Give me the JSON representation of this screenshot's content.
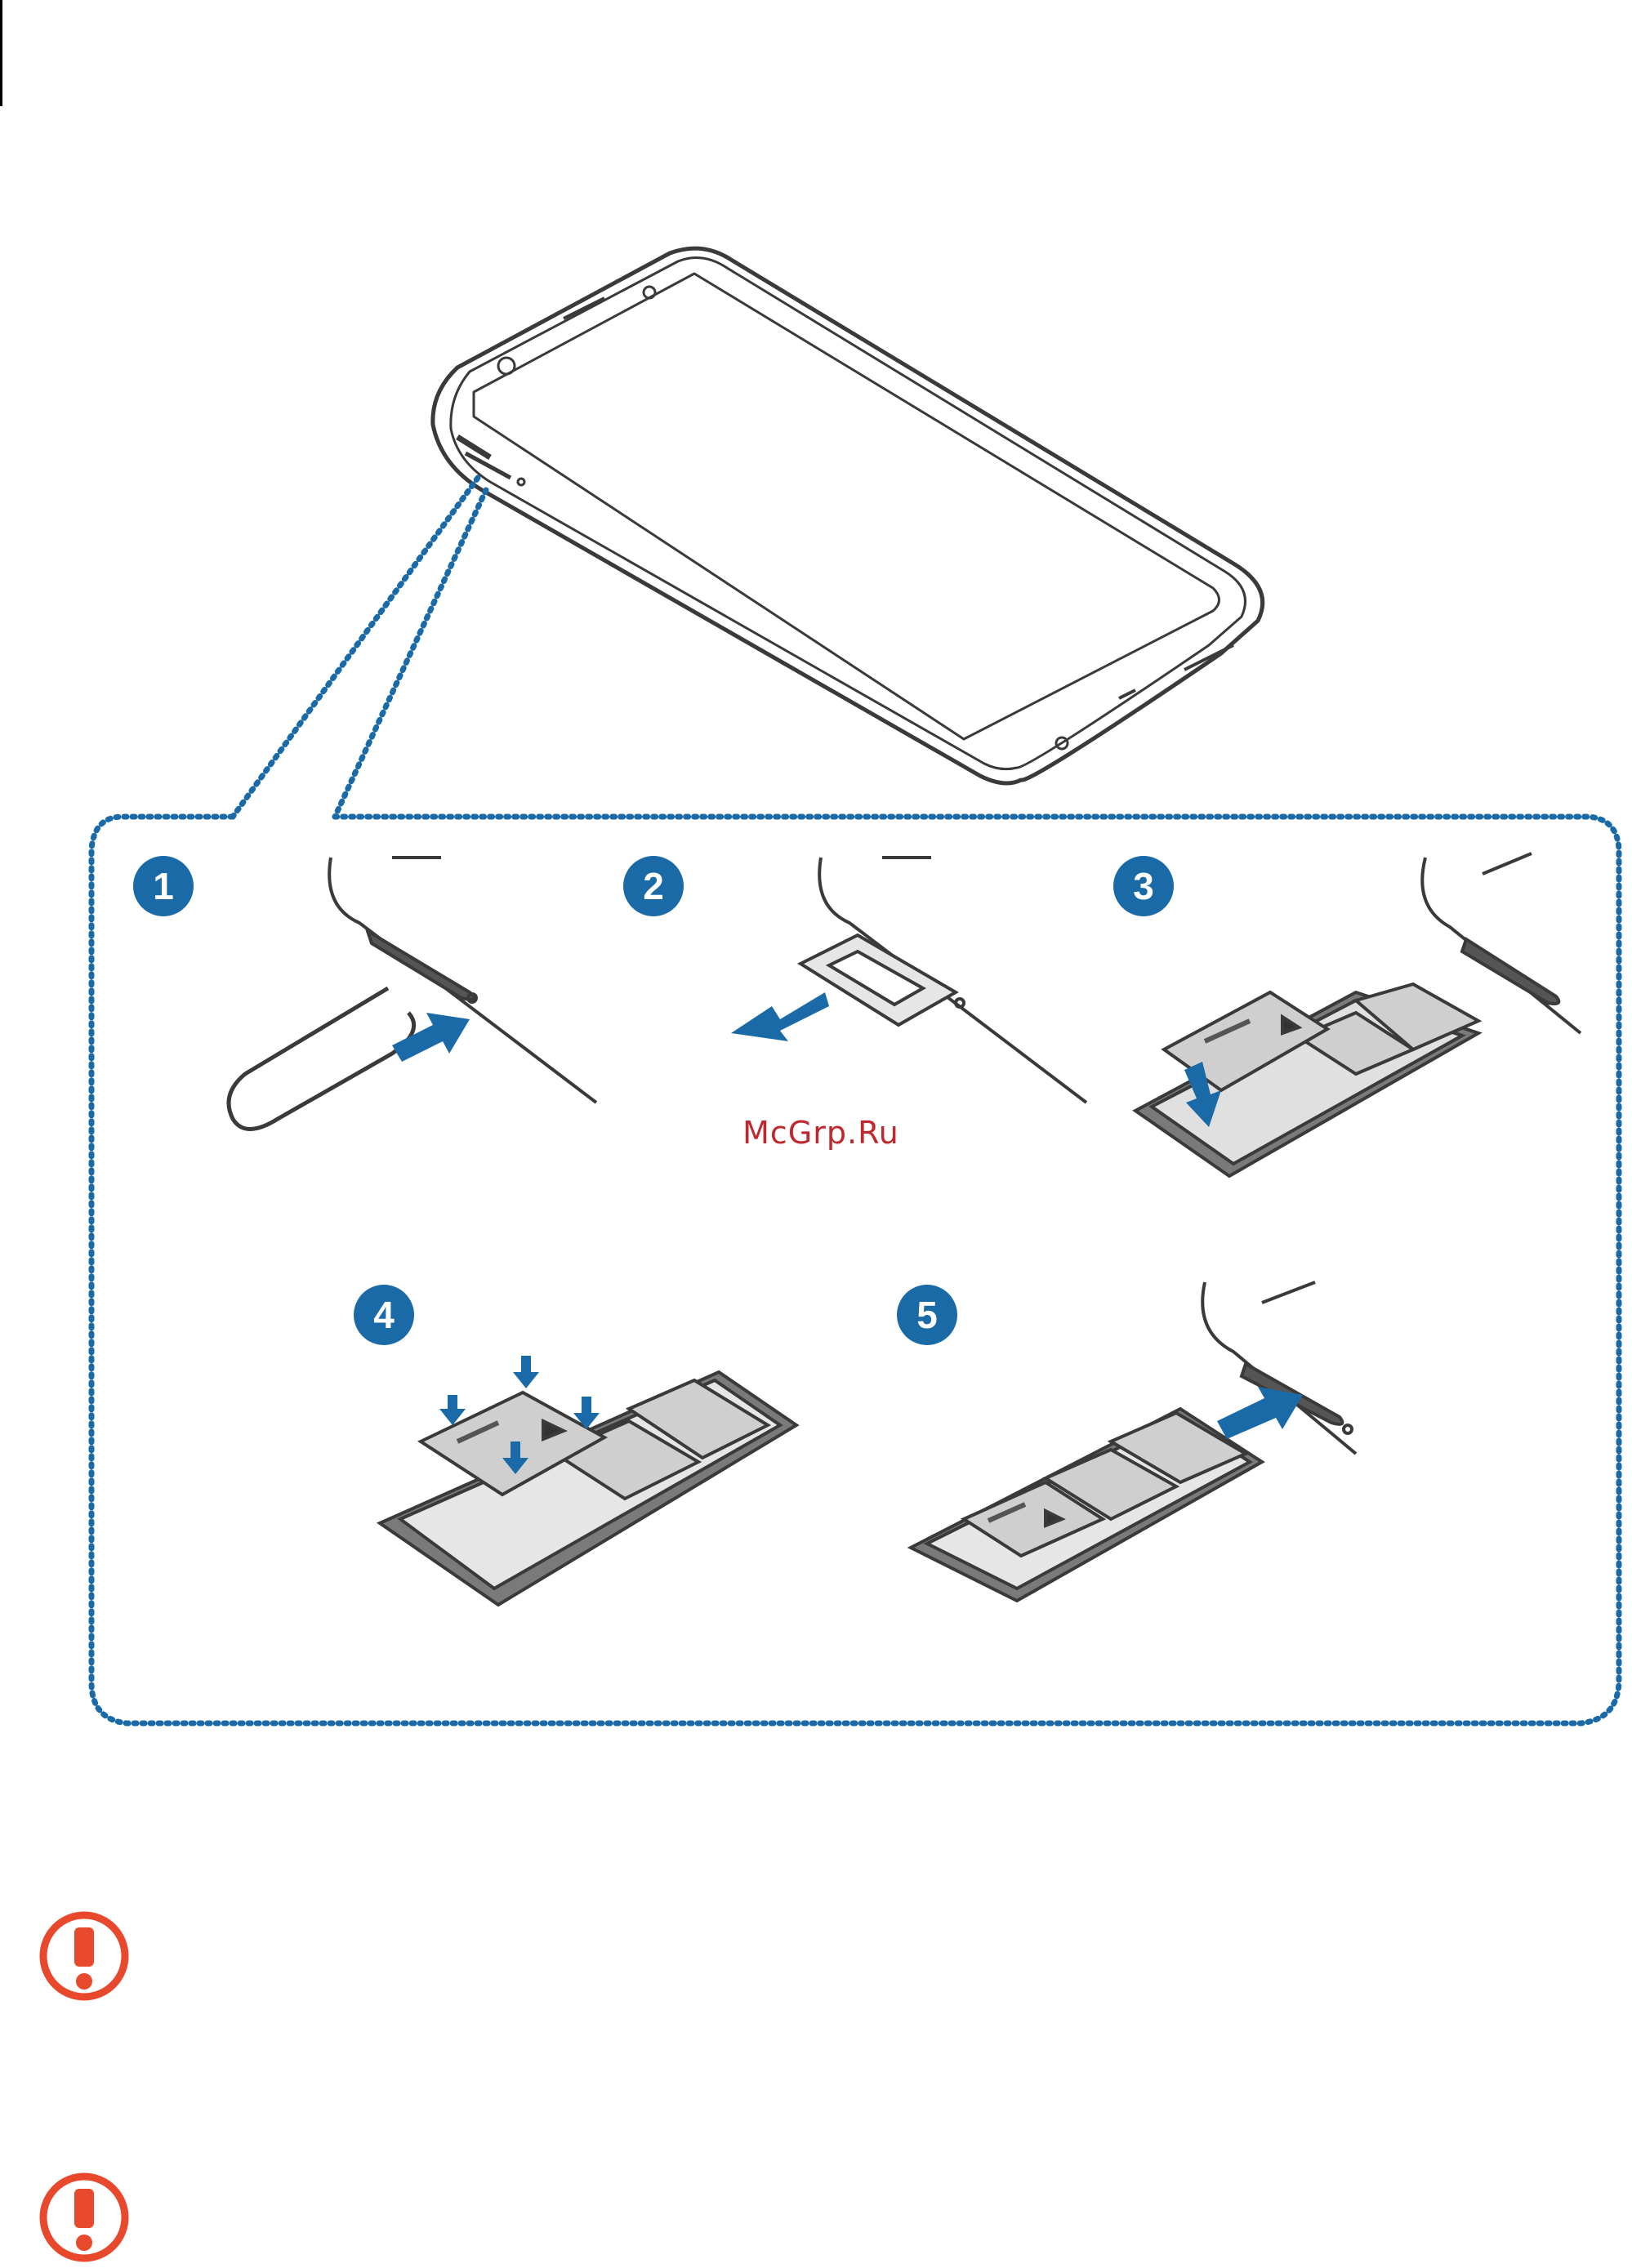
{
  "steps": [
    {
      "number": "1",
      "action": "insert ejection pin"
    },
    {
      "number": "2",
      "action": "pull out tray"
    },
    {
      "number": "3",
      "action": "place card on tray"
    },
    {
      "number": "4",
      "action": "press card into tray"
    },
    {
      "number": "5",
      "action": "insert tray back"
    }
  ],
  "watermark": "McGrp.Ru",
  "colors": {
    "accent_blue": "#1a6aa8",
    "step_badge": "#1a6aa8",
    "warning": "#e8482c",
    "line_art": "#3a3a3a",
    "tray": "#6b6b6b",
    "card": "#cfcfcf"
  },
  "icons": {
    "warning": "caution-exclamation-icon"
  }
}
